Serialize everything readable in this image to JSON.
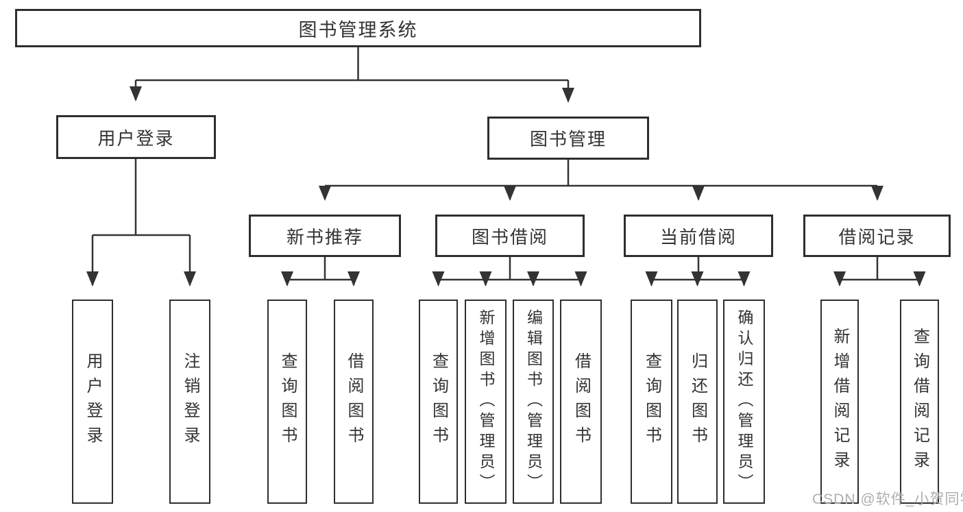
{
  "diagram": {
    "title_node": {
      "label": "图书管理系统"
    },
    "branches": [
      {
        "label": "用户登录",
        "children": [
          {
            "label": "用户登录"
          },
          {
            "label": "注销登录"
          }
        ]
      },
      {
        "label": "图书管理",
        "children": [
          {
            "label": "新书推荐",
            "children": [
              {
                "label": "查询图书"
              },
              {
                "label": "借阅图书"
              }
            ]
          },
          {
            "label": "图书借阅",
            "children": [
              {
                "label": "查询图书"
              },
              {
                "label": "新增图书（管理员）"
              },
              {
                "label": "编辑图书（管理员）"
              },
              {
                "label": "借阅图书"
              }
            ]
          },
          {
            "label": "当前借阅",
            "children": [
              {
                "label": "查询图书"
              },
              {
                "label": "归还图书"
              },
              {
                "label": "确认归还（管理员）"
              }
            ]
          },
          {
            "label": "借阅记录",
            "children": [
              {
                "label": "新增借阅记录"
              },
              {
                "label": "查询借阅记录"
              }
            ]
          }
        ]
      }
    ],
    "watermark": "CSDN @软件_小贺同学",
    "colors": {
      "line": "#333333",
      "box_border": "#2e2e2e",
      "text": "#333333",
      "watermark": "#aeaeae",
      "background": "#ffffff"
    }
  }
}
